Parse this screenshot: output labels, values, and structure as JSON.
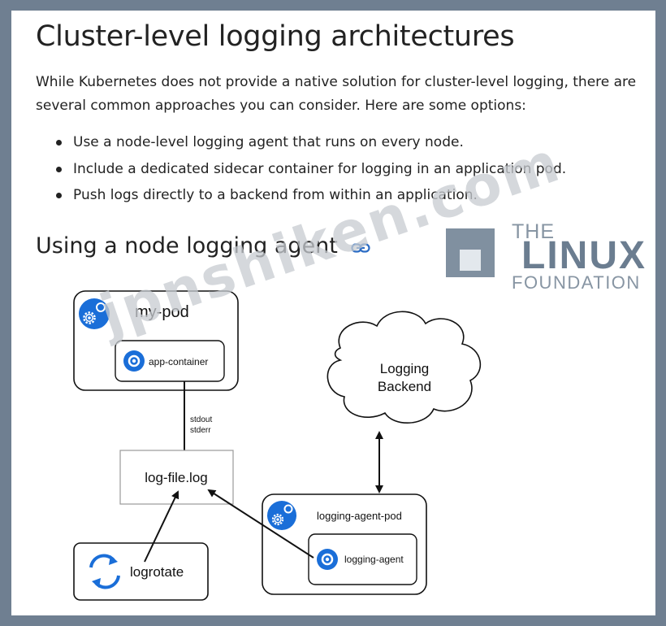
{
  "page": {
    "title": "Cluster-level logging architectures",
    "intro": "While Kubernetes does not provide a native solution for cluster-level logging, there are several common approaches you can consider. Here are some options:",
    "options": [
      "Use a node-level logging agent that runs on every node.",
      "Include a dedicated sidecar container for logging in an application pod.",
      "Push logs directly to a backend from within an application."
    ],
    "section_heading": "Using a node logging agent"
  },
  "watermark": {
    "site": "jpnshiken.com",
    "logo_the": "THE",
    "logo_linux": "LINUX",
    "logo_foundation": "FOUNDATION"
  },
  "diagram": {
    "my_pod": "my-pod",
    "app_container": "app-container",
    "stream_stdout": "stdout",
    "stream_stderr": "stderr",
    "log_file": "log-file.log",
    "backend_line1": "Logging",
    "backend_line2": "Backend",
    "agent_pod": "logging-agent-pod",
    "agent": "logging-agent",
    "logrotate": "logrotate"
  },
  "colors": {
    "icon_blue": "#1a6ed8",
    "frame_border": "#6f7f91",
    "watermark": "#c8ccd1"
  },
  "icons": [
    "link-icon",
    "gear-icon",
    "rotate-icon"
  ]
}
